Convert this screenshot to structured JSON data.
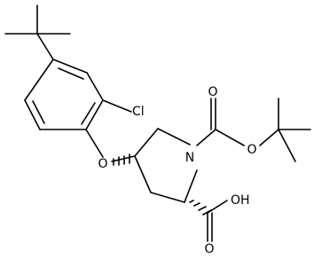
{
  "atoms": {
    "cl": "Cl",
    "o_ether": "O",
    "n": "N",
    "o_carbamate_carbonyl": "O",
    "o_carbamate_ester": "O",
    "oh": "OH",
    "o_acid_carbonyl": "O"
  },
  "colors": {
    "bond": "#000000",
    "label": "#000000",
    "background": "#ffffff"
  }
}
